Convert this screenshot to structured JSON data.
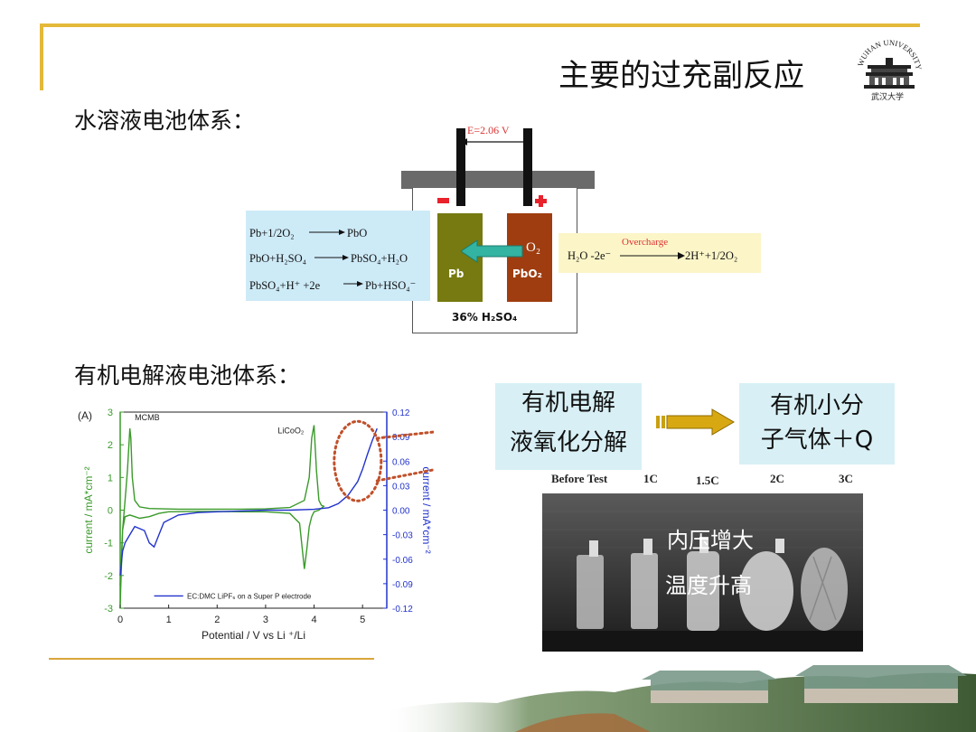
{
  "slide": {
    "title": "主要的过充副反应",
    "section1": "水溶液电池体系：",
    "section2": "有机电解液电池体系："
  },
  "logo": {
    "text": "WUHAN UNIVERSITY",
    "caption": "武汉大学"
  },
  "lead_acid": {
    "voltage": "E=2.06 V",
    "reactions": [
      "Pb+1/2O₂",
      "PbO",
      "PbO+H₂SO₄",
      "PbSO₄+H₂O",
      "PbSO₄+H⁺ +2e",
      "Pb+HSO₄⁻"
    ],
    "negative_label": "Pb",
    "positive_label": "PbO₂",
    "gas": "O₂",
    "electrolyte": "36% H₂SO₄",
    "overcharge_left": "H₂O -2e⁻",
    "overcharge_label": "Overcharge",
    "overcharge_right": "2H⁺+1/2O₂"
  },
  "flow": {
    "box1_line1": "有机电解",
    "box1_line2": "液氧化分解",
    "box2_line1": "有机小分",
    "box2_line2": "子气体＋Q"
  },
  "photo": {
    "labels": [
      "Before Test",
      "1C",
      "1.5C",
      "2C",
      "3C"
    ],
    "text1": "内压增大",
    "text2": "温度升高"
  },
  "chart_data": {
    "type": "line",
    "panel_label": "(A)",
    "xlabel": "Potential / V vs Li ⁺/Li",
    "ylabel_left": "current / mA*cm⁻²",
    "ylabel_right": "current / mA*cm⁻²",
    "xlim": [
      0,
      5.5
    ],
    "ylim_left": [
      -3,
      3
    ],
    "ylim_right": [
      -0.12,
      0.12
    ],
    "xticks": [
      "0",
      "1",
      "2",
      "3",
      "4",
      "5"
    ],
    "yticks_left": [
      "-3",
      "-2",
      "-1",
      "0",
      "1",
      "2",
      "3"
    ],
    "yticks_right": [
      "-0.12",
      "-0.09",
      "-0.06",
      "-0.03",
      "0.00",
      "0.03",
      "0.06",
      "0.09",
      "0.12"
    ],
    "annotations": [
      "MCMB",
      "LiCoO₂"
    ],
    "colors": {
      "green": "#3a9a2a",
      "blue": "#2233cc",
      "marker": "#c0502a"
    },
    "series": [
      {
        "name": "",
        "axis": "left",
        "color": "#3a9a2a",
        "x": [
          0.0,
          0.05,
          0.1,
          0.15,
          0.2,
          0.22,
          0.25,
          0.3,
          0.4,
          0.6,
          0.9,
          1.2,
          1.6,
          2.0,
          2.5,
          3.0,
          3.5,
          3.8,
          3.9,
          3.95,
          4.0,
          4.05,
          4.1,
          4.15,
          4.2,
          4.1,
          4.0,
          3.95,
          3.9,
          3.85,
          3.8,
          3.7,
          3.5,
          3.0,
          2.5,
          2.0,
          1.5,
          1.0,
          0.8,
          0.6,
          0.4,
          0.3,
          0.2,
          0.1,
          0.05,
          0.0
        ],
        "y": [
          -2.9,
          -0.6,
          0.3,
          1.2,
          2.5,
          2.2,
          1.0,
          0.3,
          0.1,
          0.05,
          0.04,
          0.03,
          0.03,
          0.03,
          0.03,
          0.04,
          0.08,
          0.3,
          1.0,
          2.2,
          2.6,
          1.2,
          0.3,
          0.15,
          0.12,
          0.0,
          -0.05,
          -0.2,
          -0.5,
          -1.2,
          -1.8,
          -0.4,
          -0.1,
          -0.05,
          -0.05,
          -0.04,
          -0.04,
          -0.05,
          -0.1,
          -0.2,
          -0.25,
          -0.2,
          -0.15,
          -0.2,
          -0.6,
          -2.3
        ]
      },
      {
        "name": "EC:DMC LiPF₆ on a Super P electrode",
        "axis": "right",
        "color": "#2233cc",
        "x": [
          0.0,
          0.05,
          0.1,
          0.2,
          0.3,
          0.5,
          0.6,
          0.7,
          0.8,
          0.9,
          1.2,
          1.6,
          2.0,
          2.5,
          3.0,
          3.5,
          4.0,
          4.3,
          4.5,
          4.7,
          4.9,
          5.0,
          5.1,
          5.2,
          5.3
        ],
        "y": [
          -0.08,
          -0.05,
          -0.04,
          -0.03,
          -0.02,
          -0.025,
          -0.04,
          -0.045,
          -0.03,
          -0.015,
          -0.006,
          -0.003,
          -0.002,
          -0.001,
          0.0,
          0.0,
          0.001,
          0.003,
          0.008,
          0.018,
          0.035,
          0.05,
          0.068,
          0.085,
          0.1
        ]
      }
    ]
  }
}
